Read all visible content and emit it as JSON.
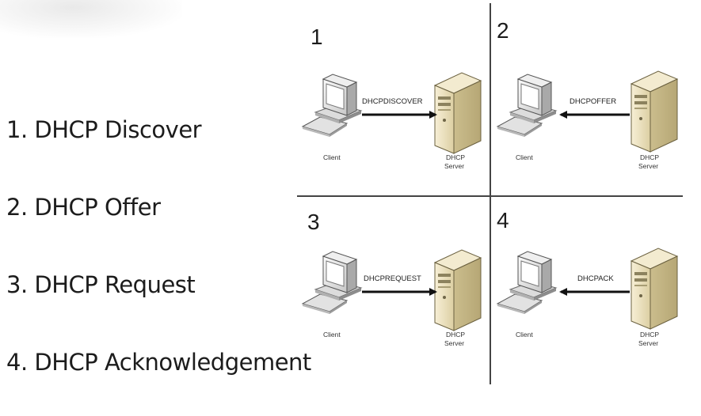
{
  "steps": [
    "1. DHCP Discover",
    "2. DHCP Offer",
    "3. DHCP Request",
    "4. DHCP Acknowledgement"
  ],
  "quadrants": [
    {
      "number": "1",
      "message": "DHCPDISCOVER",
      "direction": "client-to-server",
      "client_label": "Client",
      "server_label": [
        "DHCP",
        "Server"
      ]
    },
    {
      "number": "2",
      "message": "DHCPOFFER",
      "direction": "server-to-client",
      "client_label": "Client",
      "server_label": [
        "DHCP",
        "Server"
      ]
    },
    {
      "number": "3",
      "message": "DHCPREQUEST",
      "direction": "client-to-server",
      "client_label": "Client",
      "server_label": [
        "DHCP",
        "Server"
      ]
    },
    {
      "number": "4",
      "message": "DHCPACK",
      "direction": "server-to-client",
      "client_label": "Client",
      "server_label": [
        "DHCP",
        "Server"
      ]
    }
  ],
  "icons": {
    "client": "computer-icon",
    "server": "server-tower-icon"
  },
  "colors": {
    "text": "#1c1c1c",
    "divider": "#444444",
    "arrow": "#111111",
    "server_body": "#efe4c1",
    "monitor_body": "#ebebeb"
  }
}
